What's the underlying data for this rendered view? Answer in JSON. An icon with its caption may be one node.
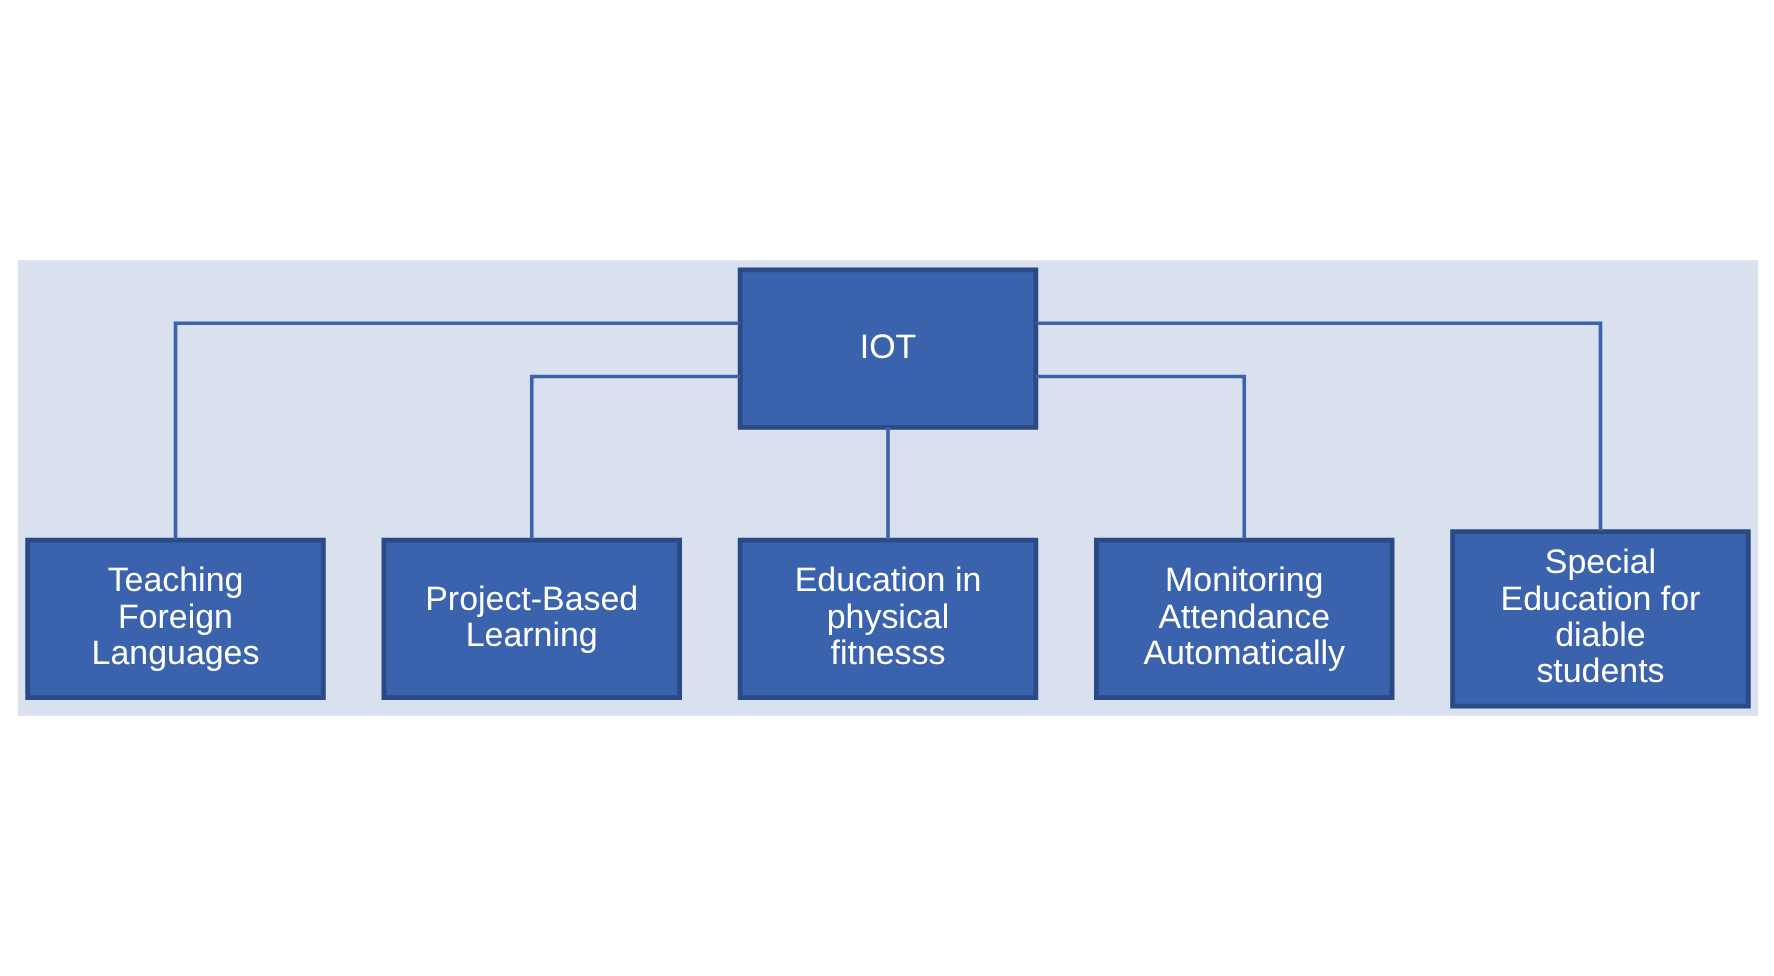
{
  "diagram": {
    "nodes": [
      {
        "text": [
          "IOT"
        ]
      },
      {
        "text": [
          "Teaching Foreign Languages"
        ]
      },
      {
        "text": [
          "Project-Based Learning"
        ]
      },
      {
        "text": [
          "Education in physical fitnesss"
        ]
      },
      {
        "text": [
          "Monitoring Attendance Automatically"
        ]
      },
      {
        "text": [
          "Special Education for diable students"
        ]
      }
    ],
    "edges": [
      {
        "from": 0,
        "to": 1,
        "arrow": "none"
      },
      {
        "from": 0,
        "to": 2,
        "arrow": "none"
      },
      {
        "from": 0,
        "to": 3,
        "arrow": "none"
      },
      {
        "from": 0,
        "to": 4,
        "arrow": "none"
      },
      {
        "from": 0,
        "to": 5,
        "arrow": "none"
      }
    ]
  }
}
